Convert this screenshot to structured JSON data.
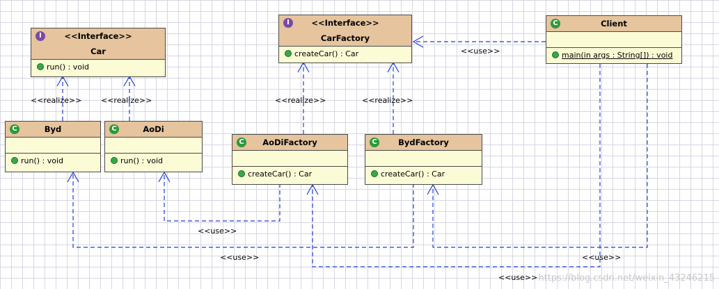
{
  "classes": {
    "car": {
      "stereotype": "<<Interface>>",
      "name": "Car",
      "ops": [
        "run() : void"
      ]
    },
    "carFactory": {
      "stereotype": "<<Interface>>",
      "name": "CarFactory",
      "ops": [
        "createCar() : Car"
      ]
    },
    "client": {
      "name": "Client",
      "ops": [
        "main(in args : String[]) : void"
      ]
    },
    "byd": {
      "name": "Byd",
      "ops": [
        "run() : void"
      ]
    },
    "aodi": {
      "name": "AoDi",
      "ops": [
        "run() : void"
      ]
    },
    "aodiFactory": {
      "name": "AoDiFactory",
      "ops": [
        "createCar() : Car"
      ]
    },
    "bydFactory": {
      "name": "BydFactory",
      "ops": [
        "createCar() : Car"
      ]
    }
  },
  "labels": {
    "realize": "<<realize>>",
    "use": "<<use>>"
  },
  "icons": {
    "interface": "I",
    "class": "C"
  },
  "colors": {
    "line": "#1f3fd6",
    "header": "#e5c49e",
    "body": "#fbfbd6",
    "interfaceIcon": "#7a4aa8",
    "classIcon": "#2a9a3a"
  },
  "watermark": "https://blog.csdn.net/weixin_43246215"
}
